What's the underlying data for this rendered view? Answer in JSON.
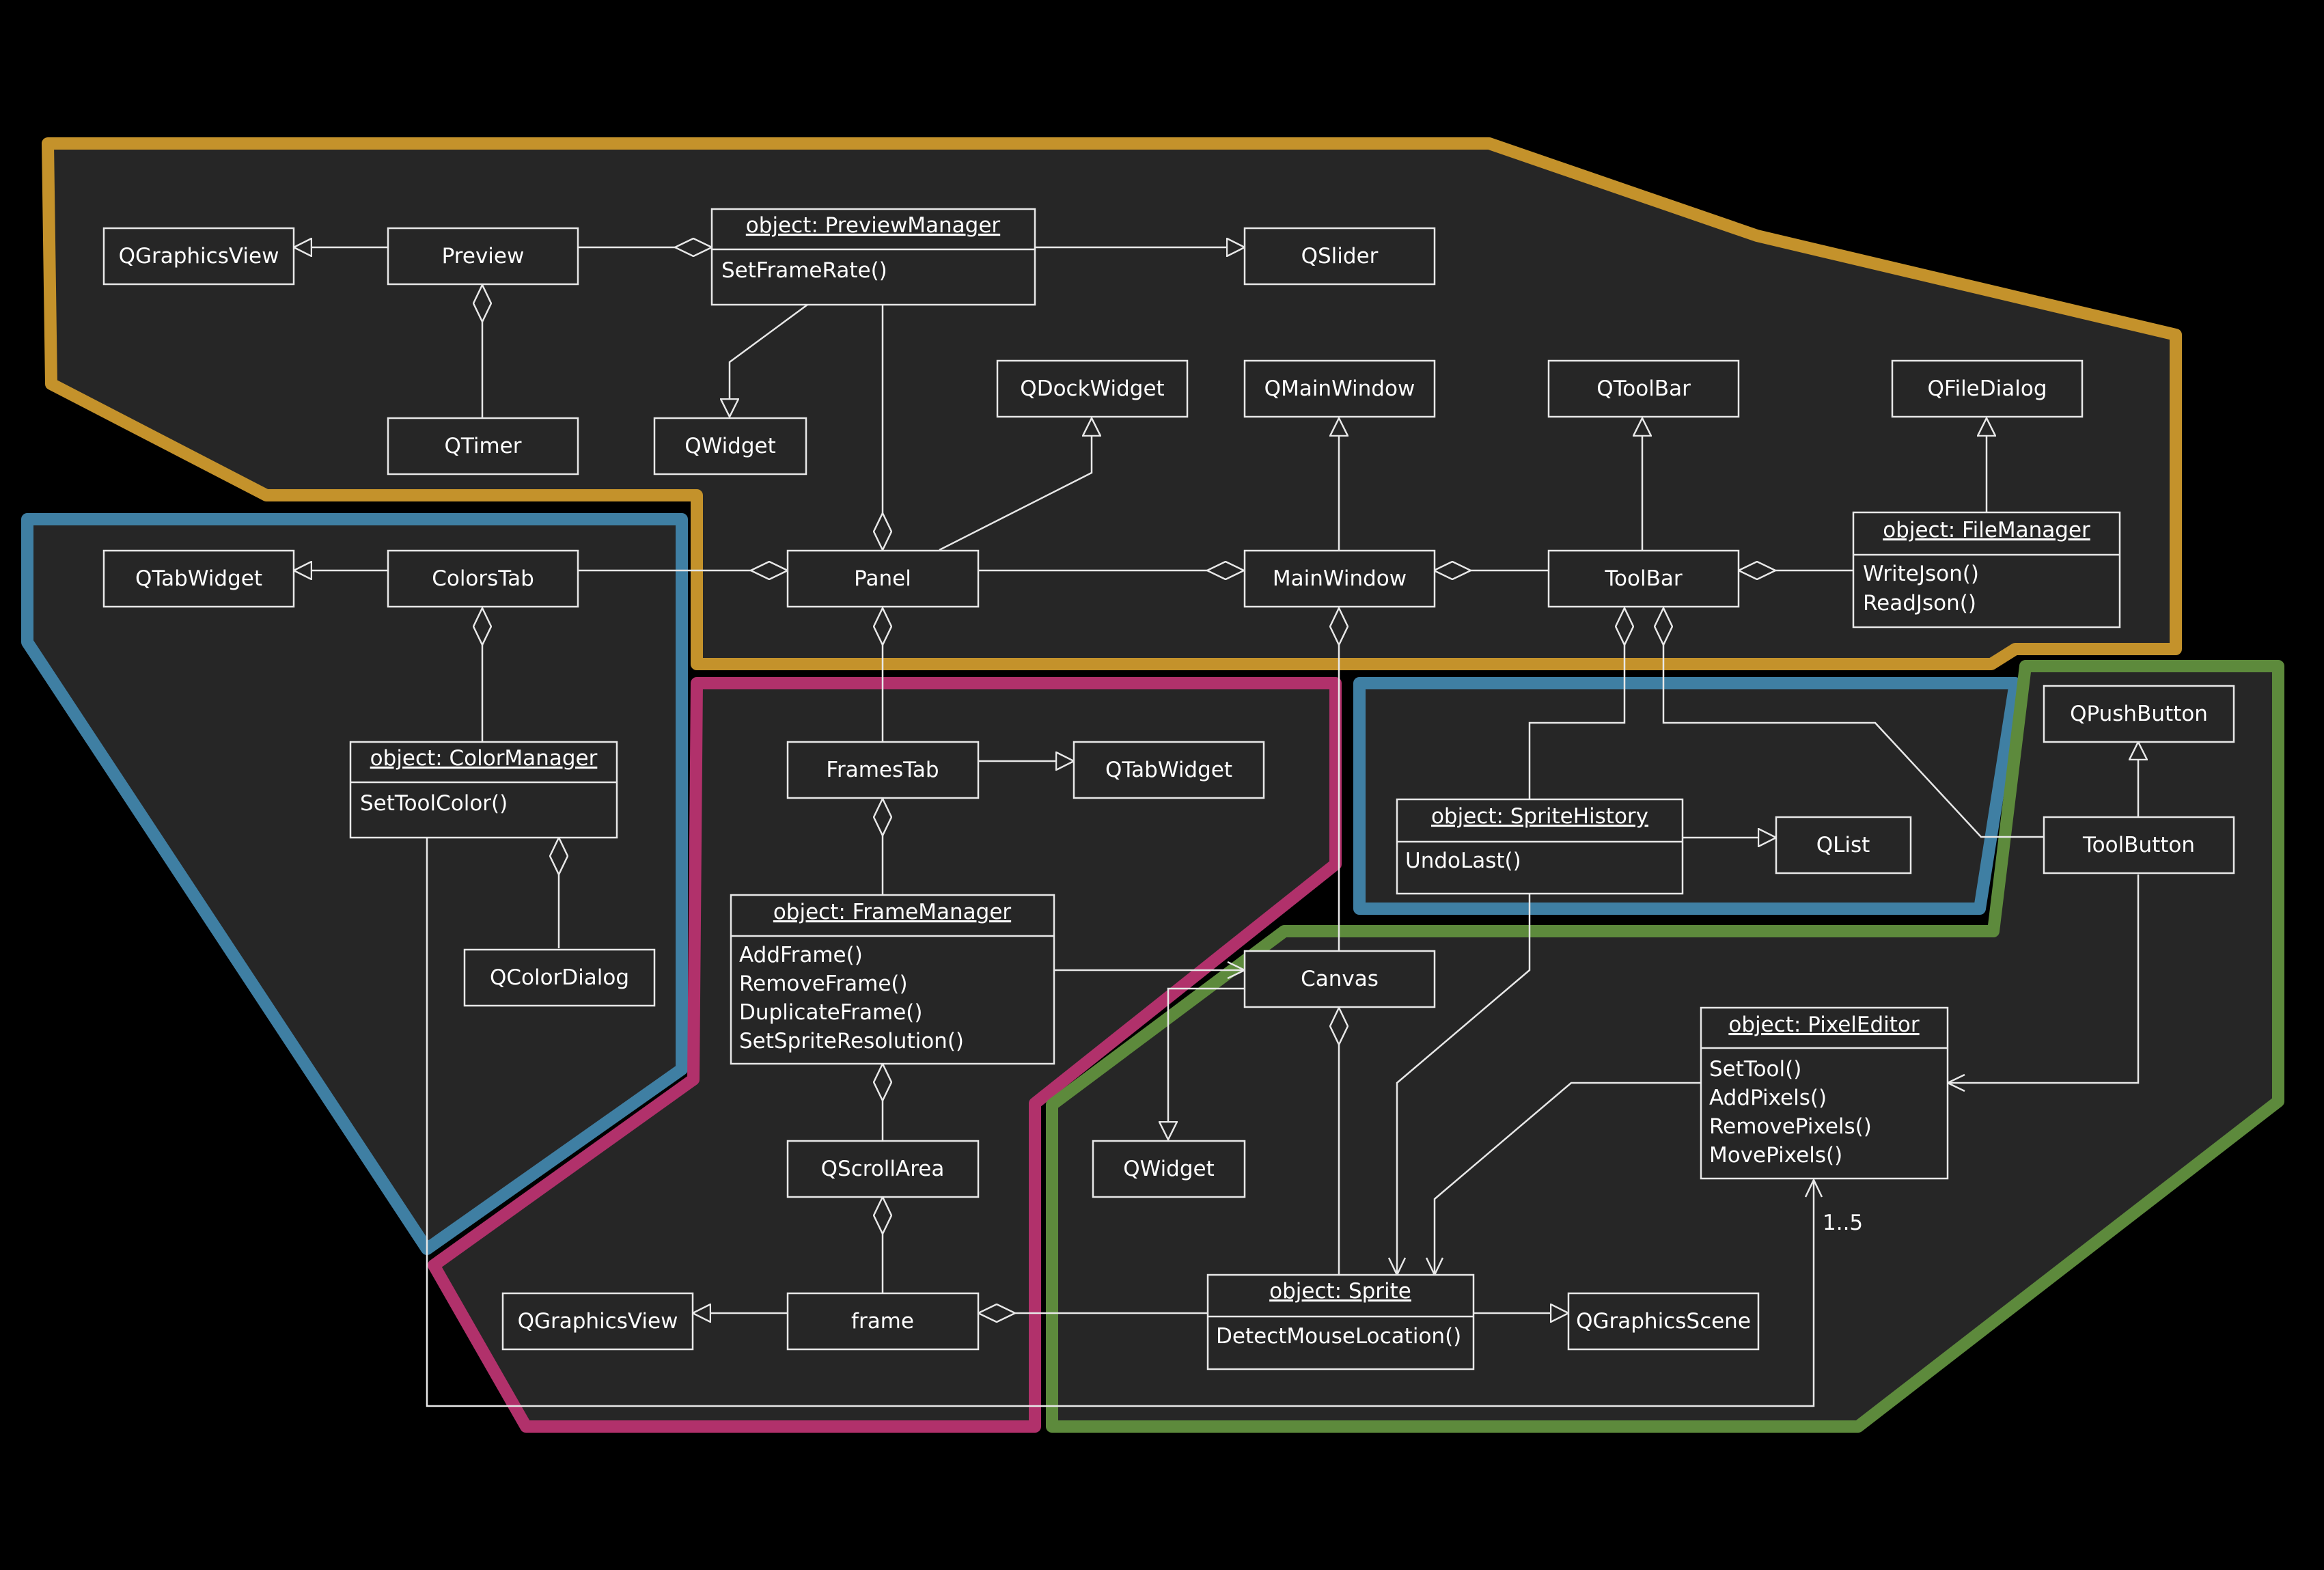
{
  "colors": {
    "background": "#000000",
    "region_fill": "#262626",
    "line": "#e8e8e8",
    "region_gold": "#c4922b",
    "region_blue": "#3f7fa3",
    "region_magenta": "#b1316b",
    "region_green": "#5d8a3c"
  },
  "classes": {
    "qgraphicsview_top": "QGraphicsView",
    "preview": "Preview",
    "qtimer": "QTimer",
    "qwidget_top": "QWidget",
    "qslider": "QSlider",
    "qdockwidget": "QDockWidget",
    "qmainwindow": "QMainWindow",
    "qtoolbar": "QToolBar",
    "qfiledialog": "QFileDialog",
    "qtabwidget_left": "QTabWidget",
    "colorstab": "ColorsTab",
    "panel": "Panel",
    "mainwindow": "MainWindow",
    "toolbar": "ToolBar",
    "qcolordialog": "QColorDialog",
    "framestab": "FramesTab",
    "qtabwidget_mid": "QTabWidget",
    "qpushbutton": "QPushButton",
    "qlist": "QList",
    "toolbutton": "ToolButton",
    "canvas": "Canvas",
    "qwidget_bottom": "QWidget",
    "qscrollarea": "QScrollArea",
    "qgraphicsview_bottom": "QGraphicsView",
    "frame": "frame",
    "qgraphicsscene": "QGraphicsScene"
  },
  "objects": {
    "preview_manager": {
      "title": "object: PreviewManager",
      "methods": [
        "SetFrameRate()"
      ]
    },
    "file_manager": {
      "title": "object: FileManager",
      "methods": [
        "WriteJson()",
        "ReadJson()"
      ]
    },
    "color_manager": {
      "title": "object: ColorManager",
      "methods": [
        "SetToolColor()"
      ]
    },
    "frame_manager": {
      "title": "object: FrameManager",
      "methods": [
        "AddFrame()",
        "RemoveFrame()",
        "DuplicateFrame()",
        "SetSpriteResolution()"
      ]
    },
    "sprite_history": {
      "title": "object: SpriteHistory",
      "methods": [
        "UndoLast()"
      ]
    },
    "pixel_editor": {
      "title": "object: PixelEditor",
      "methods": [
        "SetTool()",
        "AddPixels()",
        "RemovePixels()",
        "MovePixels()"
      ]
    },
    "sprite": {
      "title": "object: Sprite",
      "methods": [
        "DetectMouseLocation()"
      ]
    }
  },
  "multiplicity": {
    "sprite_pixeleditor": "1..5"
  }
}
